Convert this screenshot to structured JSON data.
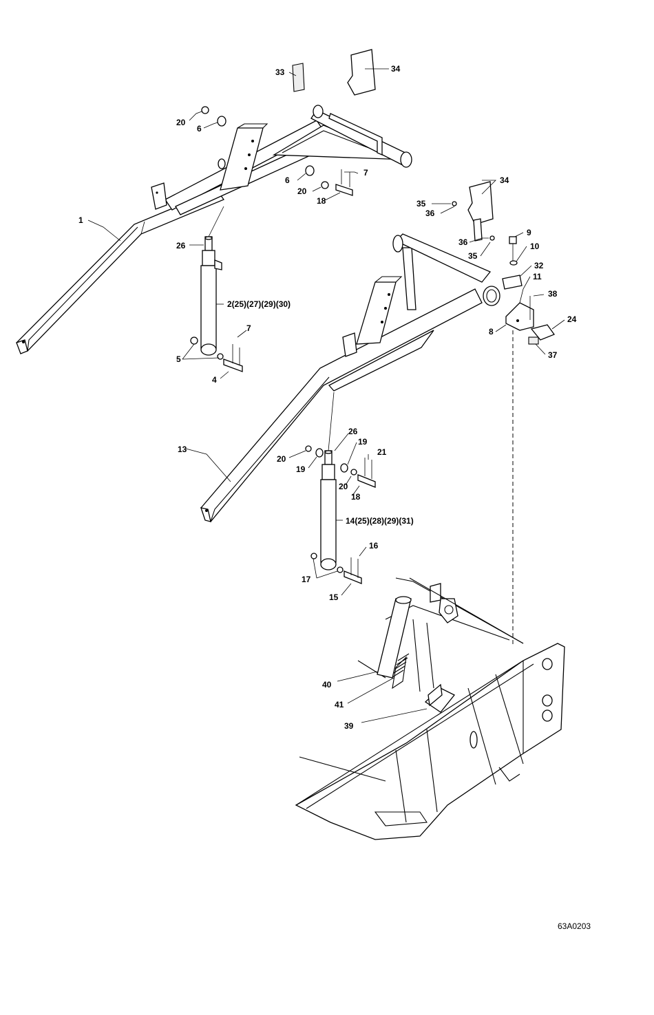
{
  "diagram": {
    "drawing_code": "63A0203",
    "callouts": {
      "c33": "33",
      "c34a": "34",
      "c20a": "20",
      "c6a": "6",
      "c6b": "6",
      "c20b": "20",
      "c7a": "7",
      "c18a": "18",
      "c34b": "34",
      "c35a": "35",
      "c36a": "36",
      "c36b": "36",
      "c35b": "35",
      "c9": "9",
      "c10": "10",
      "c32": "32",
      "c11": "11",
      "c38": "38",
      "c24": "24",
      "c8": "8",
      "c37": "37",
      "c1": "1",
      "c26a": "26",
      "c2": "2(25)(27)(29)(30)",
      "c7b": "7",
      "c5": "5",
      "c4": "4",
      "c13": "13",
      "c26b": "26",
      "c19a": "19",
      "c21": "21",
      "c20c": "20",
      "c19b": "19",
      "c20d": "20",
      "c18b": "18",
      "c14": "14(25)(28)(29)(31)",
      "c16": "16",
      "c17": "17",
      "c15": "15",
      "c40": "40",
      "c41": "41",
      "c39": "39"
    }
  }
}
